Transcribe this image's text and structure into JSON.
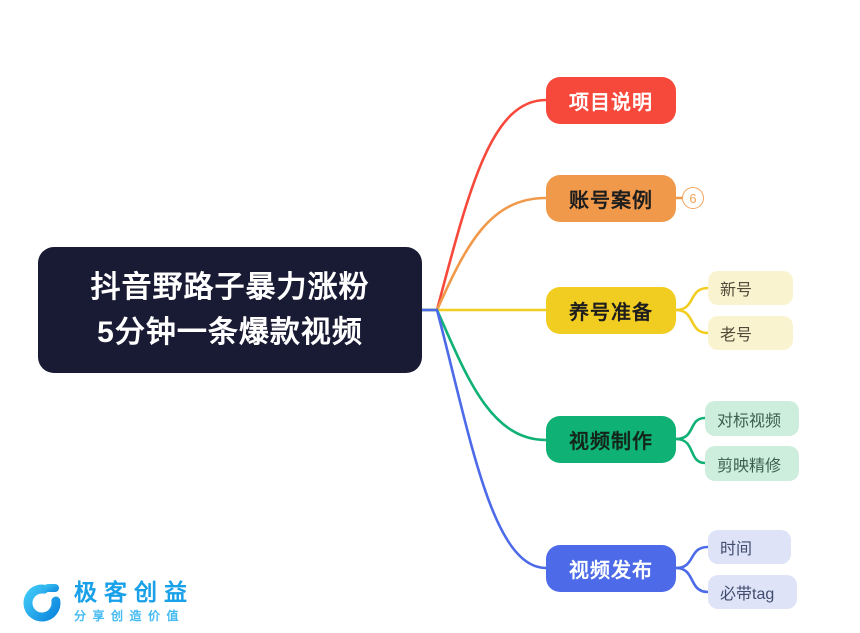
{
  "root": {
    "line1": "抖音野路子暴力涨粉",
    "line2": "5分钟一条爆款视频"
  },
  "branches": [
    {
      "label": "项目说明"
    },
    {
      "label": "账号案例",
      "badge": "6"
    },
    {
      "label": "养号准备",
      "children": [
        {
          "label": "新号"
        },
        {
          "label": "老号"
        }
      ]
    },
    {
      "label": "视频制作",
      "children": [
        {
          "label": "对标视频"
        },
        {
          "label": "剪映精修"
        }
      ]
    },
    {
      "label": "视频发布",
      "children": [
        {
          "label": "时间"
        },
        {
          "label": "必带tag"
        }
      ]
    }
  ],
  "watermark": {
    "brand": "极客创益",
    "slogan": "分享创造价值"
  },
  "colors": {
    "root_bg": "#191A33",
    "red": "#F6493C",
    "orange": "#F0994A",
    "yellow": "#F2CD21",
    "green": "#0FB175",
    "blue": "#4D6BE8",
    "cream": "#FAF3D0",
    "pale_green": "#CDEEDC",
    "pale_lavender": "#DEE3F8",
    "brand_blue": "#18A0E9"
  }
}
